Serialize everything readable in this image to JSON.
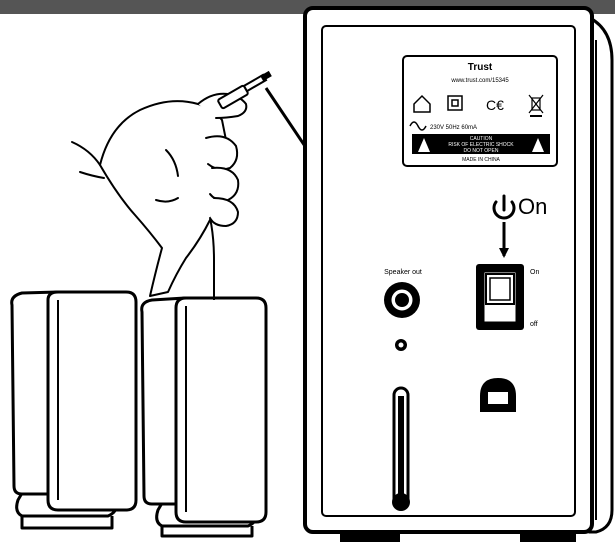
{
  "label": {
    "brand": "Trust",
    "url": "www.trust.com/15345",
    "rating": "230V 50Hz 60mA",
    "caution_title": "CAUTION",
    "caution_line1": "RISK OF ELECTRIC SHOCK",
    "caution_line2": "DO NOT OPEN",
    "made_in": "MADE IN CHINA"
  },
  "connector": {
    "speaker_out": "Speaker out"
  },
  "switch": {
    "on_callout": "On",
    "on_label": "On",
    "off_label": "off"
  },
  "colors": {
    "line": "#000000",
    "background": "#ffffff",
    "top_bar": "#555555"
  }
}
